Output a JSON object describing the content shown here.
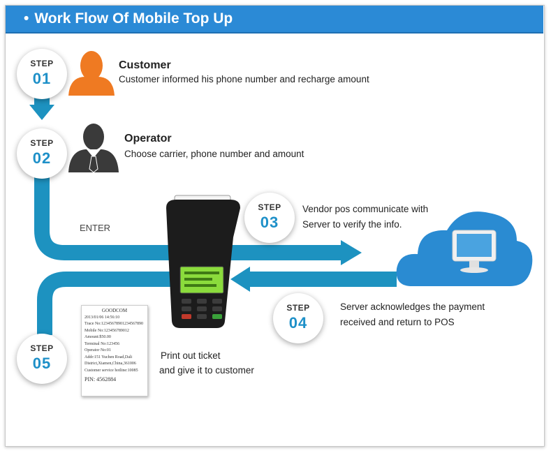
{
  "header": {
    "title": "Work Flow Of  Mobile Top Up"
  },
  "steps": [
    {
      "label": "STEP",
      "number": "01"
    },
    {
      "label": "STEP",
      "number": "02"
    },
    {
      "label": "STEP",
      "number": "03"
    },
    {
      "label": "STEP",
      "number": "04"
    },
    {
      "label": "STEP",
      "number": "05"
    }
  ],
  "customer": {
    "title": "Customer",
    "desc": "Customer informed his phone number and recharge amount"
  },
  "operator": {
    "title": "Operator",
    "desc": "Choose carrier, phone number and amount"
  },
  "enter_label": "ENTER",
  "vendor": {
    "line1": "Vendor pos communicate with",
    "line2": "Server to verify the info."
  },
  "server": {
    "line1": "Server acknowledges the payment",
    "line2": "received and return to POS"
  },
  "print": {
    "line1": "Print out ticket",
    "line2": "and give it to customer"
  },
  "ticket": {
    "lines": [
      "GOODCOM",
      "2013/01/06 14:56:10",
      "Trace No:12345678901234567890",
      "Mobile No:123456789012",
      "Amount:$50.00",
      "Terminal No:123456",
      "Operator No:01",
      "Addr:151 Yuchen Road,Dali",
      "District,Xiamen,China,361006",
      "Customer service hotline:10085"
    ],
    "pin": "PIN: 4562884"
  },
  "colors": {
    "header": "#2b8ad6",
    "flow": "#1d92c0",
    "customer_icon": "#ef7a22",
    "operator_icon": "#3a3a3a",
    "cloud": "#2a8bd2",
    "step_number": "#1e90c8"
  }
}
